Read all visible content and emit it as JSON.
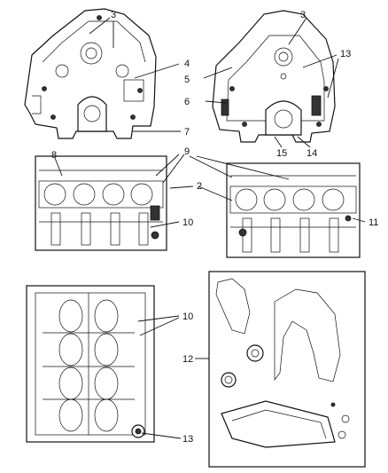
{
  "callouts": {
    "c3a": "3",
    "c3b": "3",
    "c4": "4",
    "c5": "5",
    "c6": "6",
    "c7": "7",
    "c13a": "13",
    "c15": "15",
    "c14": "14",
    "c8": "8",
    "c9": "9",
    "c2": "2",
    "c10a": "10",
    "c11": "11",
    "c10b": "10",
    "c12": "12",
    "c13b": "13"
  }
}
